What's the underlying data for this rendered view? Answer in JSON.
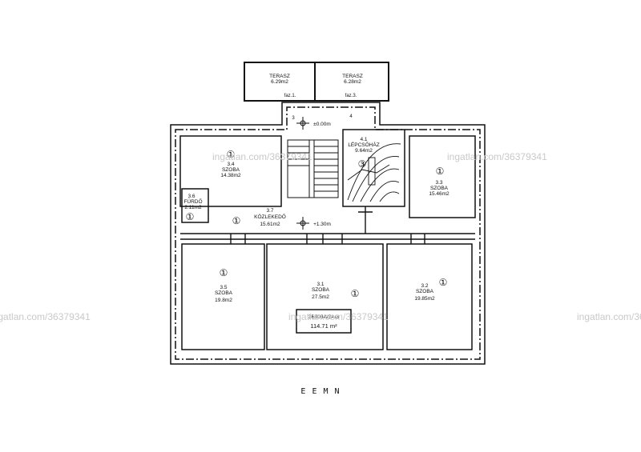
{
  "watermark": "ingatlan.com/36379341",
  "rooms": {
    "terrace_left": {
      "name": "TERASZ",
      "area": "6.29m2"
    },
    "terrace_right": {
      "name": "TERASZ",
      "area": "6.28m2"
    },
    "stair_4_1": {
      "number": "4.1",
      "name": "LÉPCSŐHÁZ",
      "area": "9.64m2",
      "zone": "③"
    },
    "room_3_4": {
      "number": "3.4",
      "name": "SZOBA",
      "area": "14.38m2",
      "zone": "①"
    },
    "room_3_3": {
      "number": "3.3",
      "name": "SZOBA",
      "area": "15.46m2",
      "zone": "①"
    },
    "bath_3_6": {
      "number": "3.6",
      "name": "FÜRDŐ",
      "area": "2.11m2",
      "zone": "①"
    },
    "corridor_3_7": {
      "number": "3.7",
      "name": "KÖZLEKEDŐ",
      "area": "15.61m2",
      "zone": "①"
    },
    "room_3_5": {
      "number": "3.5",
      "name": "SZOBA",
      "area": "19.8m2",
      "zone": "①"
    },
    "room_3_1": {
      "number": "3.1",
      "name": "SZOBA",
      "area": "27.5m2",
      "zone": "①"
    },
    "room_3_2": {
      "number": "3.2",
      "name": "SZOBA",
      "area": "19.85m2",
      "zone": "①"
    }
  },
  "levels": {
    "upper": "±0.00m",
    "lower": "+1.30m"
  },
  "marks": {
    "faz1": "faz.1.",
    "faz3": "faz.3.",
    "num3": "3",
    "num4": "4"
  },
  "total_area": {
    "code": "3E003A/3A/3",
    "value": "114.71 m²"
  },
  "bottom_text": "E E      M N"
}
